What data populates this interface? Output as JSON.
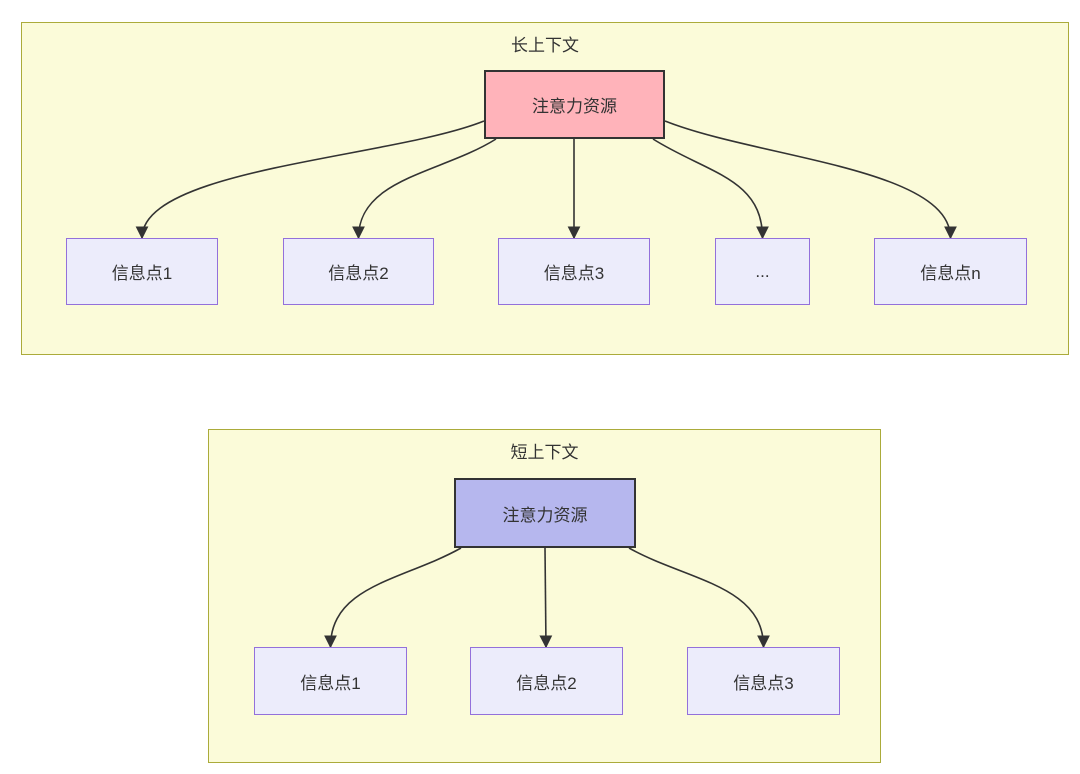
{
  "diagram": {
    "type": "attention-allocation-comparison",
    "sections": [
      {
        "id": "long-context",
        "title": "长上下文",
        "attention": {
          "label": "注意力资源",
          "fill": "#ffb3ba"
        },
        "info_points": [
          "信息点1",
          "信息点2",
          "信息点3",
          "...",
          "信息点n"
        ]
      },
      {
        "id": "short-context",
        "title": "短上下文",
        "attention": {
          "label": "注意力资源",
          "fill": "#b6b7ee"
        },
        "info_points": [
          "信息点1",
          "信息点2",
          "信息点3"
        ]
      }
    ]
  },
  "colors": {
    "container_bg": "#fbfbd9",
    "container_border": "#abab3a",
    "attention_long_bg": "#ffb3ba",
    "attention_short_bg": "#b6b7ee",
    "attention_border": "#333333",
    "info_bg": "#ececfb",
    "info_border": "#9370db",
    "arrow": "#333333",
    "text": "#333333",
    "page_bg": "#ffffff"
  }
}
